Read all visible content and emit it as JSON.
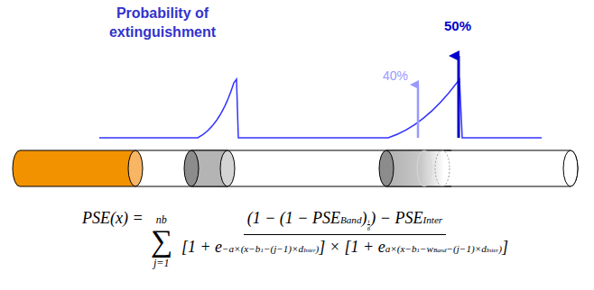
{
  "diagram": {
    "labels": [
      "Probability of extinguishment",
      "40%",
      "50%",
      "PSE(x) =",
      "nb",
      "∑",
      "j=1",
      "(1 − (1 − PSE",
      "Band",
      ")",
      "i",
      "6",
      ") − PSE",
      "Inter",
      "[1 + e",
      "−a×(x−b",
      "1",
      "−(j−1)×d",
      "Inter",
      ")",
      "] × [1 + e",
      "a×(x−b",
      "1",
      "−w",
      "Band",
      "−(j−1)×d",
      "Inter",
      ")",
      "]"
    ]
  }
}
